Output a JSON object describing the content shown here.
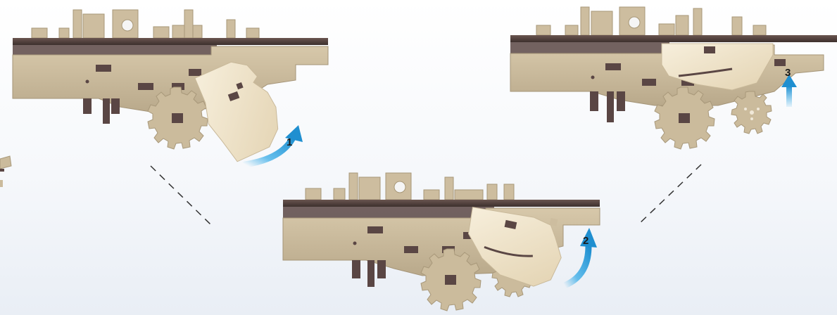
{
  "diagram": {
    "steps": [
      {
        "number": "1",
        "arrow": "curved-rotate-arrow",
        "part_position": "rotated-out"
      },
      {
        "number": "2",
        "arrow": "curved-rotate-arrow",
        "part_position": "rotating"
      },
      {
        "number": "3",
        "arrow": "straight-up-arrow",
        "part_position": "seated"
      }
    ],
    "connectors": "dashed-lines",
    "colors": {
      "wood_light": "#efe3c8",
      "wood_mid": "#c9b99a",
      "wood_dark": "#a59578",
      "plank_dark": "#4a3a36",
      "block_dark": "#5a4644",
      "arrow_blue": "#2aa7e6",
      "line": "#333333"
    }
  }
}
